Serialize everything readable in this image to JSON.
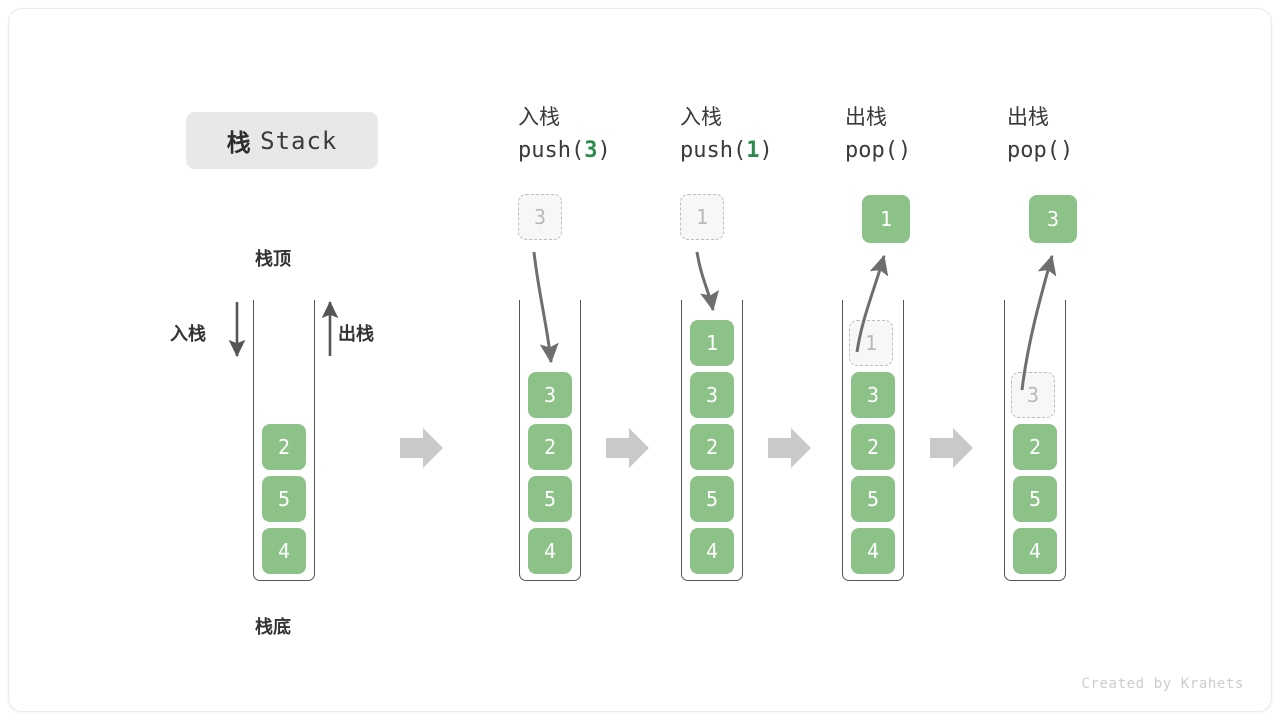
{
  "diagram": {
    "title_cn": "栈",
    "title_en": "Stack",
    "footer": "Created by Krahets",
    "colors": {
      "cell_fill": "#8cc288",
      "cell_text": "#ffffff",
      "ghost_fill": "#f7f7f7",
      "ghost_border": "#bdbdbd",
      "ghost_text": "#b9b9b9",
      "badge_bg": "#e8e8e8",
      "arrow_gray": "#c9c9c9",
      "line_gray": "#6e6e6e",
      "accent_green": "#2e8b4f"
    },
    "annotations": {
      "top": "栈顶",
      "bottom": "栈底",
      "push": "入栈",
      "pop": "出栈"
    },
    "steps": [
      {
        "id": "initial",
        "header_cn": "",
        "header_code": "",
        "cells": [
          "2",
          "5",
          "4"
        ],
        "ghost": null,
        "popped": null
      },
      {
        "id": "push-3",
        "header_cn": "入栈",
        "header_code_prefix": "push(",
        "header_code_num": "3",
        "header_code_suffix": ")",
        "cells": [
          "3",
          "2",
          "5",
          "4"
        ],
        "ghost": "3",
        "popped": null
      },
      {
        "id": "push-1",
        "header_cn": "入栈",
        "header_code_prefix": "push(",
        "header_code_num": "1",
        "header_code_suffix": ")",
        "cells": [
          "1",
          "3",
          "2",
          "5",
          "4"
        ],
        "ghost": "1",
        "popped": null
      },
      {
        "id": "pop-1",
        "header_cn": "出栈",
        "header_code_prefix": "pop(",
        "header_code_num": "",
        "header_code_suffix": ")",
        "cells": [
          "3",
          "2",
          "5",
          "4"
        ],
        "ghost": "1",
        "popped": "1"
      },
      {
        "id": "pop-3",
        "header_cn": "出栈",
        "header_code_prefix": "pop(",
        "header_code_num": "",
        "header_code_suffix": ")",
        "cells": [
          "2",
          "5",
          "4"
        ],
        "ghost": "3",
        "popped": "3"
      }
    ]
  }
}
